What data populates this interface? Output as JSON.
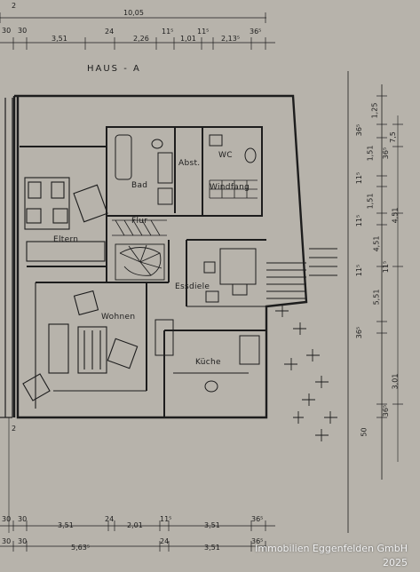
{
  "title": "HAUS - A",
  "rooms": {
    "bad": "Bad",
    "abst": "Abst.",
    "wc": "WC",
    "windfang": "Windfang",
    "flur": "Flur",
    "eltern": "Eltern",
    "essdiele": "Essdiele",
    "wohnen": "Wohnen",
    "kueche": "Küche"
  },
  "dims_top": {
    "total": "10,05",
    "row": [
      "30",
      "30",
      "3,51",
      "24",
      "2,26",
      "11⁵",
      "1,01",
      "11⁵",
      "2,13⁵",
      "36⁵"
    ]
  },
  "dims_bottom": {
    "row1": [
      "30",
      "30",
      "3,51",
      "24",
      "2,01",
      "11⁵",
      "3,51",
      "36⁵"
    ],
    "row2": [
      "30",
      "30",
      "5,63⁵",
      "24",
      "3,51",
      "36⁵"
    ]
  },
  "dims_right_outer": [
    "1,25",
    "36⁵",
    "1,51",
    "11⁵",
    "1,51",
    "11⁵",
    "4,51",
    "11⁵",
    "5,51",
    "36⁵"
  ],
  "dims_right_inner": [
    "7,5",
    "36⁵",
    "4,51",
    "11⁵",
    "3,01",
    "36⁵",
    "50"
  ],
  "dims_left": [
    "2",
    "2"
  ],
  "watermark": {
    "line1": "Immobilien Eggenfelden GmbH",
    "line2": "2025"
  },
  "colors": {
    "paper": "#b7b3ab",
    "ink": "#1d1d1d"
  }
}
